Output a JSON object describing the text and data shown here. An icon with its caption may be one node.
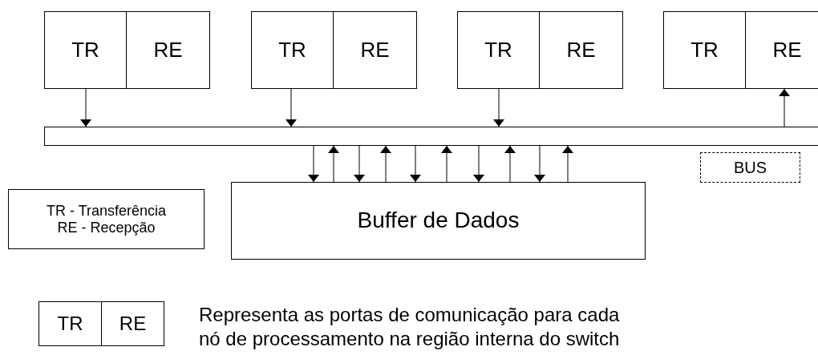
{
  "diagram": {
    "nodes": [
      {
        "text": [
          "TR"
        ]
      },
      {
        "text": [
          "RE"
        ]
      },
      {
        "text": [
          "TR"
        ]
      },
      {
        "text": [
          "RE"
        ]
      },
      {
        "text": [
          "TR"
        ]
      },
      {
        "text": [
          "RE"
        ]
      },
      {
        "text": [
          "TR"
        ]
      },
      {
        "text": [
          "RE"
        ]
      },
      {
        "text": [],
        "shape": "bar"
      },
      {
        "text": [
          "BUS"
        ]
      },
      {
        "text": [
          "Buffer de Dados"
        ]
      },
      {
        "text": [
          "TR - Transferência",
          "RE - Recepção"
        ]
      },
      {
        "text": [
          "TR"
        ]
      },
      {
        "text": [
          "RE"
        ]
      }
    ],
    "edges": [
      {
        "from": 0,
        "to": 8,
        "arrow": "to"
      },
      {
        "from": 2,
        "to": 8,
        "arrow": "to"
      },
      {
        "from": 4,
        "to": 8,
        "arrow": "to"
      },
      {
        "from": 8,
        "to": 7,
        "arrow": "to"
      },
      {
        "from": 8,
        "to": 10,
        "arrow": "to"
      },
      {
        "from": 10,
        "to": 8,
        "arrow": "to"
      },
      {
        "from": 8,
        "to": 10,
        "arrow": "to"
      },
      {
        "from": 10,
        "to": 8,
        "arrow": "to"
      },
      {
        "from": 8,
        "to": 10,
        "arrow": "to"
      },
      {
        "from": 10,
        "to": 8,
        "arrow": "to"
      },
      {
        "from": 8,
        "to": 10,
        "arrow": "to"
      },
      {
        "from": 10,
        "to": 8,
        "arrow": "to"
      },
      {
        "from": 8,
        "to": 10,
        "arrow": "to"
      },
      {
        "from": 10,
        "to": 8,
        "arrow": "to"
      }
    ],
    "labels": [
      "Representa as portas de comunicação para cada nó de processamento na região interna do switch"
    ]
  }
}
